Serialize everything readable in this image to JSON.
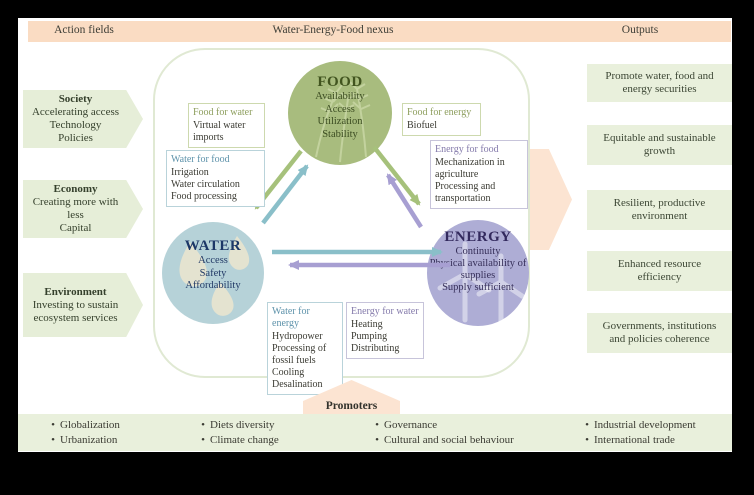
{
  "header": {
    "action_fields": "Action fields",
    "nexus": "Water-Energy-Food nexus",
    "outputs": "Outputs"
  },
  "action_fields": [
    {
      "title": "Society",
      "lines": [
        "Accelerating access",
        "Technology",
        "Policies"
      ]
    },
    {
      "title": "Economy",
      "lines": [
        "Creating more with less",
        "Capital"
      ]
    },
    {
      "title": "Environment",
      "lines": [
        "Investing to sustain ecosystem services"
      ]
    }
  ],
  "nexus": {
    "food": {
      "label": "FOOD",
      "lines": [
        "Availability",
        "Access",
        "Utilization",
        "Stability"
      ]
    },
    "water": {
      "label": "WATER",
      "lines": [
        "Access",
        "Safety",
        "Affordability"
      ]
    },
    "energy": {
      "label": "ENERGY",
      "lines": [
        "Continuity",
        "Physical availability of supplies",
        "Supply sufficient"
      ]
    }
  },
  "links": {
    "food_water": {
      "header": "Food for water",
      "items": [
        "Virtual water imports"
      ]
    },
    "water_food": {
      "header": "Water for food",
      "items": [
        "Irrigation",
        "Water circulation",
        "Food processing"
      ]
    },
    "food_energy": {
      "header": "Food for energy",
      "items": [
        "Biofuel"
      ]
    },
    "energy_food": {
      "header": "Energy for food",
      "items": [
        "Mechanization in agriculture",
        "Processing and transportation"
      ]
    },
    "water_energy": {
      "header": "Water for energy",
      "items": [
        "Hydropower",
        "Processing of fossil fuels",
        "Cooling",
        "Desalination"
      ]
    },
    "energy_water": {
      "header": "Energy for water",
      "items": [
        "Heating",
        "Pumping",
        "Distributing"
      ]
    }
  },
  "outputs": {
    "items": [
      "Promote water, food and energy securities",
      "Equitable and sustainable growth",
      "Resilient, productive environment",
      "Enhanced resource efficiency",
      "Governments, institutions and policies coherence"
    ]
  },
  "promoters": {
    "label": "Promoters",
    "columns": [
      [
        "Globalization",
        "Urbanization"
      ],
      [
        "Diets diversity",
        "Climate change"
      ],
      [
        "Governance",
        "Cultural and social behaviour"
      ],
      [
        "Industrial development",
        "International trade"
      ]
    ]
  },
  "colors": {
    "header_band": "#fadcc3",
    "peach_arrow": "#fce4d2",
    "panel_green": "#e9f0dc",
    "action_green": "#e6eed8",
    "circle_food": "#a8bc7e",
    "circle_water": "#b6d2d8",
    "circle_energy": "#aeadd5",
    "arrow_food": "#a6c17b",
    "arrow_water": "#8abfc9",
    "arrow_energy": "#a79fd2"
  }
}
